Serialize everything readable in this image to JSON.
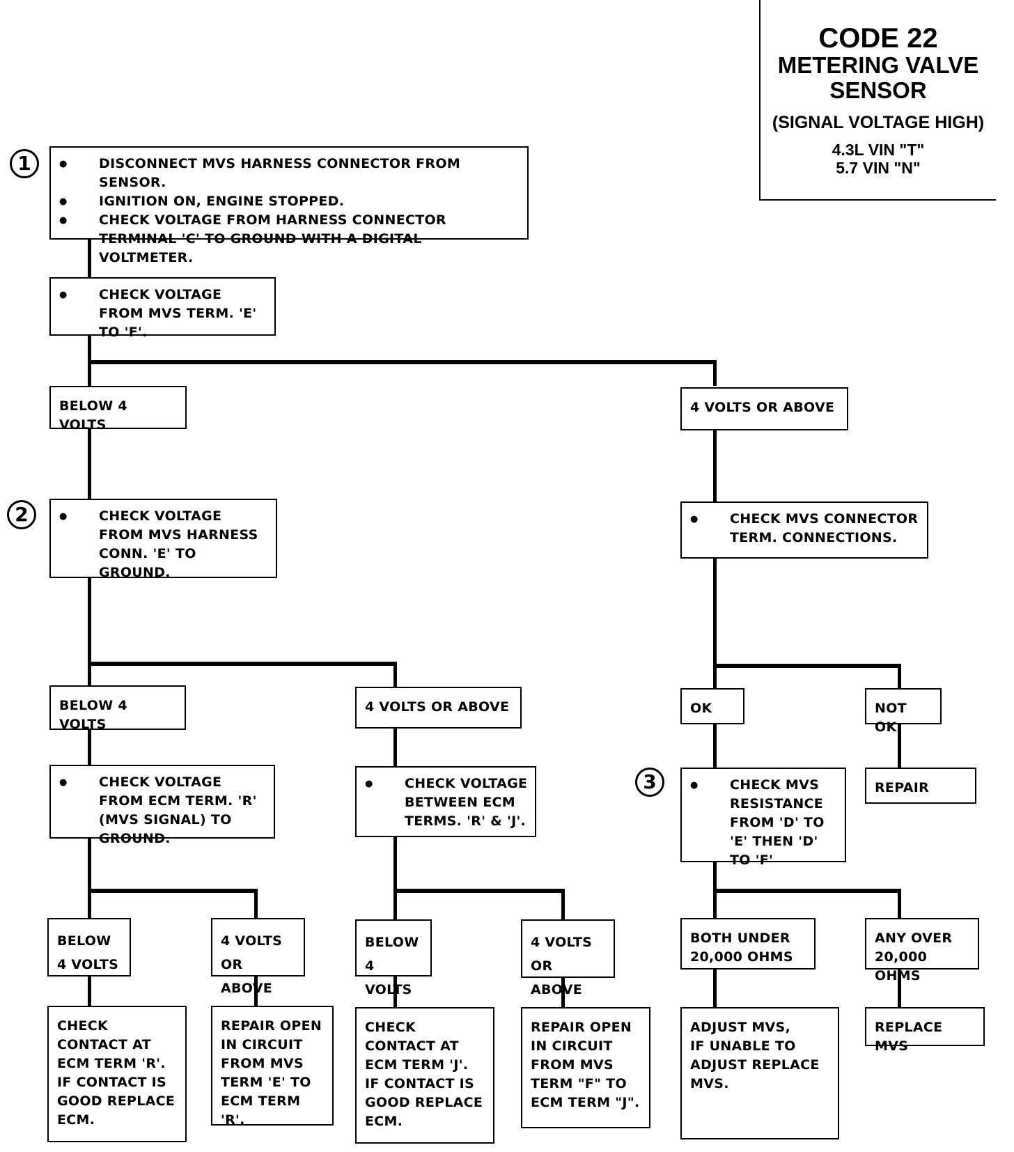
{
  "title": {
    "code": "CODE 22",
    "name_line1": "METERING VALVE",
    "name_line2": "SENSOR",
    "condition": "(SIGNAL VOLTAGE HIGH)",
    "vin": "4.3L VIN \"T\"\n5.7 VIN \"N\""
  },
  "steps": {
    "n1": "1",
    "n2": "2",
    "n3": "3"
  },
  "diagram": {
    "step1": [
      "DISCONNECT MVS HARNESS CONNECTOR FROM SENSOR.",
      "IGNITION ON, ENGINE STOPPED.",
      "CHECK VOLTAGE FROM HARNESS CONNECTOR TERMINAL 'C' TO GROUND WITH A DIGITAL VOLTMETER."
    ],
    "check_e_f": "CHECK VOLTAGE FROM MVS TERM. 'E' TO 'F'.",
    "left_below": "BELOW 4 VOLTS",
    "right_above": "4 VOLTS OR ABOVE",
    "step2": "CHECK VOLTAGE FROM MVS HARNESS CONN. 'E' TO GROUND.",
    "check_conn": "CHECK  MVS CONNECTOR TERM. CONNECTIONS.",
    "l2_below": "BELOW 4 VOLTS",
    "l2_above": "4 VOLTS OR ABOVE",
    "ok": "OK",
    "not_ok": "NOT OK",
    "repair": "REPAIR",
    "check_ecm_r": "CHECK VOLTAGE FROM ECM TERM. 'R' (MVS SIGNAL) TO GROUND.",
    "check_r_j": "CHECK VOLTAGE BETWEEN ECM TERMS. 'R' & 'J'.",
    "step3": "CHECK MVS RESISTANCE FROM 'D' TO 'E' THEN 'D' TO 'F'",
    "l3a_below": "BELOW\n4 VOLTS",
    "l3a_above": "4 VOLTS\nOR ABOVE",
    "l3b_below": "BELOW\n4 VOLTS",
    "l3b_above": "4 VOLTS\nOR ABOVE",
    "both_under": "BOTH UNDER\n20,000 OHMS",
    "any_over": "ANY OVER\n20,000 OHMS",
    "res1": "CHECK\nCONTACT AT\nECM TERM 'R'.\nIF CONTACT IS\nGOOD REPLACE\nECM.",
    "res2": "REPAIR OPEN\nIN CIRCUIT\nFROM MVS\nTERM 'E' TO\nECM TERM 'R'.",
    "res3": "CHECK\nCONTACT AT\nECM TERM 'J'.\nIF CONTACT IS\nGOOD REPLACE\nECM.",
    "res4": "REPAIR OPEN\nIN CIRCUIT\nFROM MVS\nTERM \"F\" TO\nECM TERM \"J\".",
    "res5": "ADJUST MVS,\nIF UNABLE TO\nADJUST REPLACE\nMVS.",
    "res6": "REPLACE MVS"
  }
}
